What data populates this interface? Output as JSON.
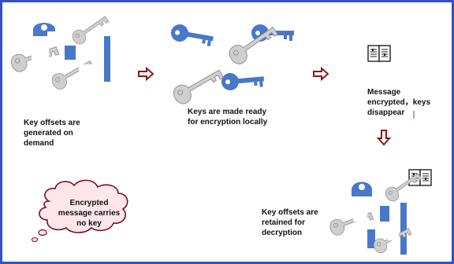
{
  "steps": {
    "generate_label": "Key offsets are generated on demand",
    "ready_label_line1": "Keys are made ready",
    "ready_label_line2": "for encryption",
    "ready_label_suffix": "locally",
    "encrypted_label": "Message encrypted，keys disappear",
    "retained_label": "Key offsets are retained for decryption"
  },
  "callout": {
    "text": "Encrypted message carries no key"
  },
  "colors": {
    "frame_border": "#2f52c8",
    "key_blue": "#4a78c8",
    "key_gray": "#c9c9c9",
    "arrow_red": "#8b1a1a",
    "cloud_fill": "#ffe6ea",
    "cloud_stroke": "#7a1020"
  },
  "icons": {
    "key_offsets": "key-offset-icon",
    "keys": "key-icon",
    "message": "book-icon",
    "arrow": "arrow-icon",
    "cloud": "thought-cloud-icon"
  }
}
